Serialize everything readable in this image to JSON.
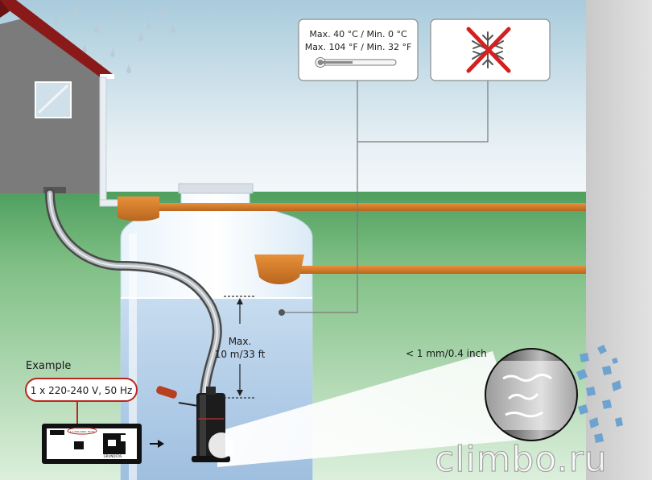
{
  "temperature": {
    "line1": "Max. 40 °C / Min. 0 °C",
    "line2": "Max. 104 °F / Min. 32 °F",
    "icon": "thermometer-icon"
  },
  "frost": {
    "icon": "no-frost-icon"
  },
  "depth": {
    "line1": "Max.",
    "line2": "10 m/33 ft"
  },
  "particle": {
    "label": "< 1 mm/0.4 inch"
  },
  "example": {
    "title": "Example",
    "voltage": "1 x 220-240 V, 50 Hz",
    "plate_brand": "GRUNDFOS",
    "plate_code": "1 x 220-240V, 50 Hz"
  },
  "watermark": "climbo.ru",
  "colors": {
    "sky": "#cfe4ee",
    "grass": "#5aa86a",
    "water": "#b7d3ec",
    "pipe": "#d07a2a",
    "cross": "#d42020",
    "wall": "#d8d8d8"
  }
}
